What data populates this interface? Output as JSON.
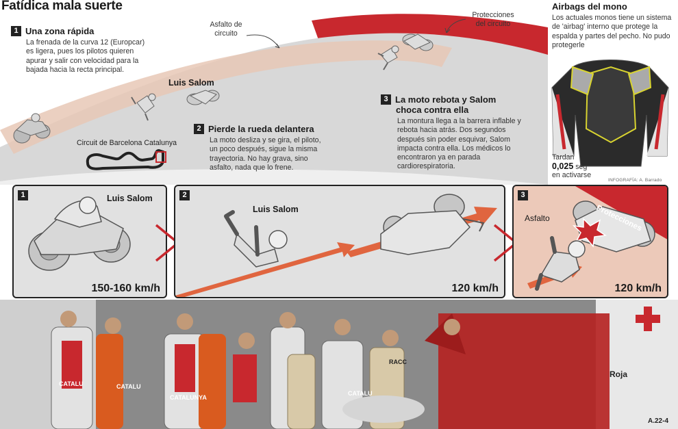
{
  "title": "Fatídica mala suerte",
  "steps": [
    {
      "number": "1",
      "title": "Una zona rápida",
      "text": "La frenada de la curva 12 (Europcar) es ligera, pues los pilotos quieren apurar y salir con velocidad para la bajada hacia la recta principal."
    },
    {
      "number": "2",
      "title": "Pierde la rueda delantera",
      "text": "La moto desliza y se gira, el piloto, un poco después, sigue la misma trayectoria. No hay grava, sino asfalto, nada que lo frene."
    },
    {
      "number": "3",
      "title_line1": "La moto rebota y Salom",
      "title_line2": "choca contra ella",
      "text": "La montura llega a la barrera inflable y rebota hacia atrás. Dos segundos después sin poder esquivar, Salom impacta contra ella. Los médicos lo encontraron ya en parada cardiorespiratoria."
    }
  ],
  "callouts": {
    "asfalto_line1": "Asfalto de",
    "asfalto_line2": "circuito",
    "protecciones_line1": "Protecciones",
    "protecciones_line2": "del circuito",
    "rider_name": "Luis Salom",
    "circuit_name": "Circuit de Barcelona Catalunya"
  },
  "airbag": {
    "title": "Airbags del mono",
    "text": "Los actuales monos tiene un sistema de 'airbag' interno que protege la espalda y partes del pecho. No pudo protegerle",
    "tardan_label": "Tardan",
    "tardan_value": "0,025",
    "tardan_unit": "seg",
    "tardan_suffix": "en activarse",
    "credit": "INFOGRAFÍA: A. Barrado"
  },
  "panels": [
    {
      "number": "1",
      "rider": "Luis Salom",
      "speed": "150-160 km/h"
    },
    {
      "number": "2",
      "rider": "Luis Salom",
      "speed": "120 km/h"
    },
    {
      "number": "3",
      "asfalto": "Asfalto",
      "protecciones": "Protecciones",
      "speed": "120 km/h"
    }
  ],
  "photo_text": {
    "vest_left": "CATALU",
    "vest_mid": "CATALU",
    "vest_right": "CATALUNYA",
    "vest_far": "CATALU",
    "racc": "RACC",
    "roja": "Roja",
    "plate": "A.22-4"
  },
  "colors": {
    "accent_red": "#c8282e",
    "track_gray": "#d7d7d7",
    "salmon": "#ecc9b9",
    "arrow_orange": "#e0653f"
  }
}
